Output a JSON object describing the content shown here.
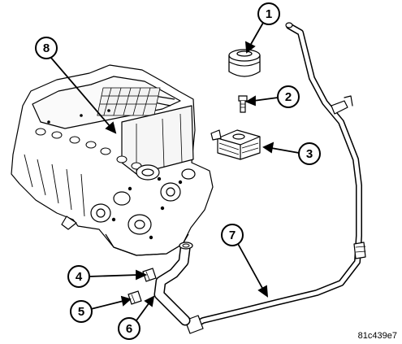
{
  "figure_id": "81c439e7",
  "callouts": [
    {
      "number": "1",
      "part": "oil-filter"
    },
    {
      "number": "2",
      "part": "filter-adapter-bolt"
    },
    {
      "number": "3",
      "part": "oil-cooler"
    },
    {
      "number": "4",
      "part": "hose-clamp-upper"
    },
    {
      "number": "5",
      "part": "hose-clamp-lower"
    },
    {
      "number": "6",
      "part": "coolant-hose"
    },
    {
      "number": "7",
      "part": "coolant-tube"
    },
    {
      "number": "8",
      "part": "engine-block"
    }
  ]
}
